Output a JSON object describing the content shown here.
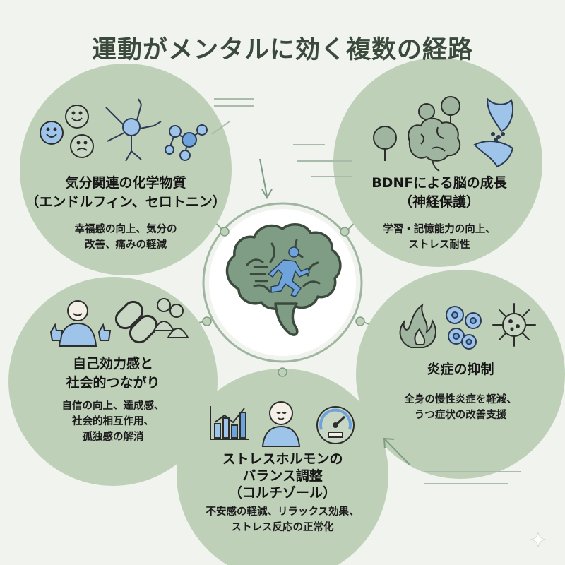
{
  "title": "運動がメンタルに効く複数の経路",
  "center": {
    "icon": "brain-with-running-person-icon"
  },
  "nodes": [
    {
      "id": "chemicals",
      "title_lines": [
        "気分関連の化学物質",
        "（エンドルフィン、セロトニン）"
      ],
      "desc_lines": [
        "幸福感の向上、気分の",
        "改善、痛みの軽減"
      ],
      "icons": [
        "smiley-faces-icon",
        "neuron-icon",
        "molecule-icon"
      ]
    },
    {
      "id": "bdnf",
      "title_lines": [
        "BDNFによる脳の成長",
        "（神経保護）"
      ],
      "desc_lines": [
        "学習・記憶能力の向上、",
        "ストレス耐性"
      ],
      "icons": [
        "trees-icon",
        "brain-icon",
        "synapse-icon"
      ]
    },
    {
      "id": "self-efficacy",
      "title_lines": [
        "自己効力感と",
        "社会的つながり"
      ],
      "desc_lines": [
        "自信の向上、達成感、",
        "社会的相互作用、",
        "孤独感の解消"
      ],
      "icons": [
        "thumbs-up-person-icon",
        "chain-link-icon",
        "group-icon"
      ]
    },
    {
      "id": "inflammation",
      "title_lines": [
        "炎症の抑制"
      ],
      "desc_lines": [
        "全身の慢性炎症を軽減、",
        "うつ症状の改善支援"
      ],
      "icons": [
        "flame-icon",
        "cells-icon",
        "virus-icon"
      ]
    },
    {
      "id": "stress-hormone",
      "title_lines": [
        "ストレスホルモンの",
        "バランス調整",
        "（コルチゾール）"
      ],
      "desc_lines": [
        "不安感の軽減、リラックス効果、",
        "ストレス反応の正常化"
      ],
      "icons": [
        "bar-chart-icon",
        "calm-person-icon",
        "gauge-icon"
      ]
    }
  ],
  "colors": {
    "background": "#f1f4ee",
    "circle_fill": "#bfd0b9",
    "center_fill": "#ffffff",
    "line": "#8aa88a",
    "brain_fill": "#7f9d84",
    "brain_stroke": "#3c4a3e",
    "runner": "#6fa3dc",
    "title": "#3b4a3c"
  }
}
